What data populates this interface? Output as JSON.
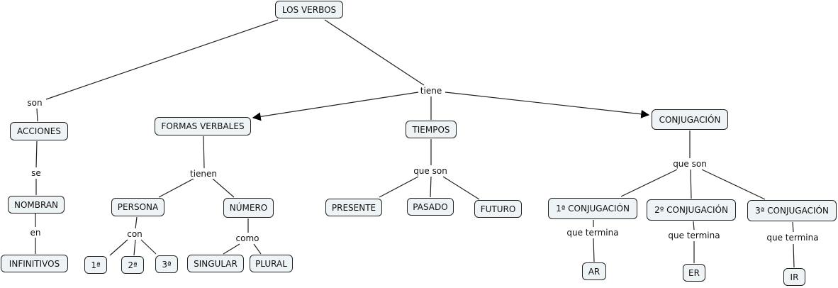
{
  "nodes": {
    "root": "LOS VERBOS",
    "acciones": "ACCIONES",
    "nombran": "NOMBRAN",
    "infinitivos": "INFINITIVOS",
    "formas": "FORMAS VERBALES",
    "persona": "PERSONA",
    "numero": "NÚMERO",
    "p1": "1ª",
    "p2": "2ª",
    "p3": "3ª",
    "singular": "SINGULAR",
    "plural": "PLURAL",
    "tiempos": "TIEMPOS",
    "presente": "PRESENTE",
    "pasado": "PASADO",
    "futuro": "FUTURO",
    "conjugacion": "CONJUGACIÓN",
    "c1": "1ª CONJUGACIÓN",
    "c2": "2º CONJUGACIÓN",
    "c3": "3ª CONJUGACIÓN",
    "ar": "AR",
    "er": "ER",
    "ir": "IR"
  },
  "links": {
    "son": "son",
    "se": "se",
    "en": "en",
    "tiene": "tiene",
    "tienen": "tienen",
    "con": "con",
    "como": "como",
    "que_son_1": "que son",
    "que_son_2": "que son",
    "termina_1": "que termina",
    "termina_2": "que termina",
    "termina_3": "que termina"
  }
}
